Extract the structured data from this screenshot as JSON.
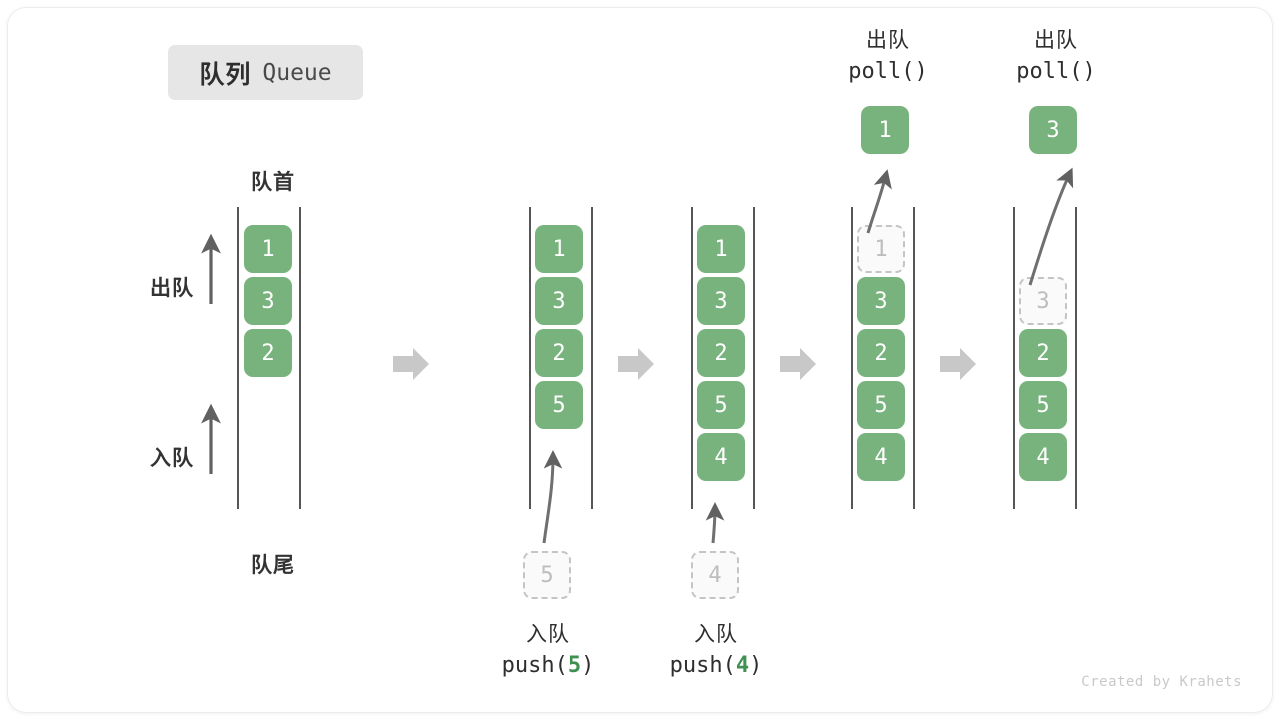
{
  "title": {
    "cn": "队列",
    "en": "Queue"
  },
  "labels": {
    "front": "队首",
    "rear": "队尾",
    "dequeue": "出队",
    "enqueue": "入队"
  },
  "watermark": "Created by Krahets",
  "colors": {
    "cell_fill": "#78b37e",
    "cell_text": "#ffffff",
    "ghost_border": "#c4c4c4",
    "ghost_text": "#bdbdbd",
    "rail": "#555555",
    "step_arrow": "#c8c8c8",
    "accent_number": "#3e9150",
    "badge_bg": "#e6e6e6"
  },
  "columns": [
    {
      "id": "initial",
      "cells": [
        {
          "value": "1",
          "state": "filled"
        },
        {
          "value": "3",
          "state": "filled"
        },
        {
          "value": "2",
          "state": "filled"
        }
      ]
    },
    {
      "id": "after-push-5",
      "cells": [
        {
          "value": "1",
          "state": "filled"
        },
        {
          "value": "3",
          "state": "filled"
        },
        {
          "value": "2",
          "state": "filled"
        },
        {
          "value": "5",
          "state": "filled"
        }
      ],
      "incoming": {
        "value": "5",
        "state": "ghost"
      },
      "caption": {
        "cn": "入队",
        "fn": "push(",
        "num": "5",
        "fn_close": ")"
      }
    },
    {
      "id": "after-push-4",
      "cells": [
        {
          "value": "1",
          "state": "filled"
        },
        {
          "value": "3",
          "state": "filled"
        },
        {
          "value": "2",
          "state": "filled"
        },
        {
          "value": "5",
          "state": "filled"
        },
        {
          "value": "4",
          "state": "filled"
        }
      ],
      "incoming": {
        "value": "4",
        "state": "ghost"
      },
      "caption": {
        "cn": "入队",
        "fn": "push(",
        "num": "4",
        "fn_close": ")"
      }
    },
    {
      "id": "after-poll-1",
      "cells": [
        {
          "value": "1",
          "state": "ghost"
        },
        {
          "value": "3",
          "state": "filled"
        },
        {
          "value": "2",
          "state": "filled"
        },
        {
          "value": "5",
          "state": "filled"
        },
        {
          "value": "4",
          "state": "filled"
        }
      ],
      "outgoing": {
        "value": "1",
        "state": "filled"
      },
      "caption": {
        "cn": "出队",
        "fn": "poll()"
      }
    },
    {
      "id": "after-poll-3",
      "cells": [
        {
          "value": "3",
          "state": "ghost"
        },
        {
          "value": "2",
          "state": "filled"
        },
        {
          "value": "5",
          "state": "filled"
        },
        {
          "value": "4",
          "state": "filled"
        }
      ],
      "outgoing": {
        "value": "3",
        "state": "filled"
      },
      "caption": {
        "cn": "出队",
        "fn": "poll()"
      }
    }
  ],
  "step_arrows": 4
}
